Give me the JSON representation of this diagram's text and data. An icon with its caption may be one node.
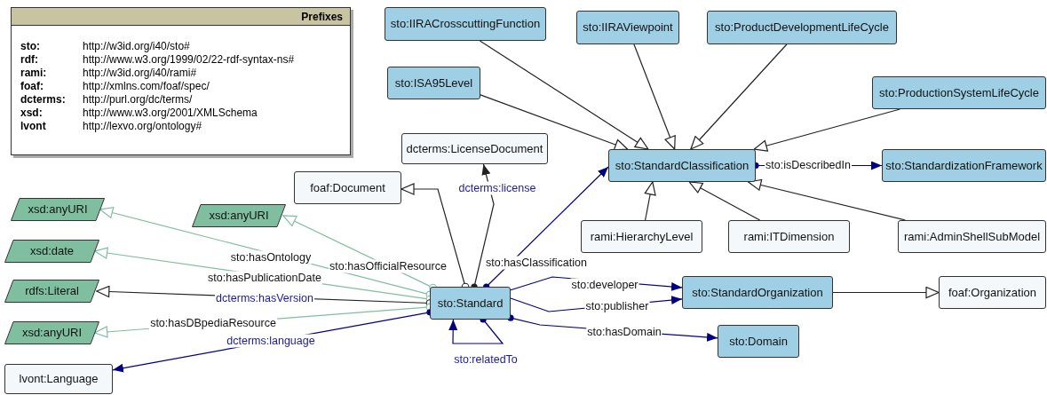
{
  "diagram": {
    "nodes": [
      {
        "text": [
          "Prefixes",
          "sto:",
          "http://w3id.org/i40/sto#",
          "rdf:",
          "http://www.w3.org/1999/02/22-rdf-syntax-ns#",
          "rami:",
          "http://w3id.org/i40/rami#",
          "foaf:",
          "http://xmlns.com/foaf/spec/",
          "dcterms:",
          "http://purl.org/dc/terms/",
          "xsd:",
          "http://www.w3.org/2001/XMLSchema",
          "lvont",
          "http://lexvo.org/ontology#"
        ]
      },
      {
        "text": [
          "sto:IIRACrosscuttingFunction"
        ]
      },
      {
        "text": [
          "sto:IIRAViewpoint"
        ]
      },
      {
        "text": [
          "sto:ProductDevelopmentLifeCycle"
        ]
      },
      {
        "text": [
          "sto:ISA95Level"
        ]
      },
      {
        "text": [
          "sto:ProductionSystemLifeCycle"
        ]
      },
      {
        "text": [
          "dcterms:LicenseDocument"
        ]
      },
      {
        "text": [
          "sto:StandardClassification"
        ]
      },
      {
        "text": [
          "sto:StandardizationFramework"
        ]
      },
      {
        "text": [
          "foaf:Document"
        ]
      },
      {
        "text": [
          "xsd:anyURI"
        ]
      },
      {
        "text": [
          "xsd:anyURI"
        ]
      },
      {
        "text": [
          "rami:HierarchyLevel"
        ]
      },
      {
        "text": [
          "rami:ITDimension"
        ]
      },
      {
        "text": [
          "rami:AdminShellSubModel"
        ]
      },
      {
        "text": [
          "xsd:date"
        ]
      },
      {
        "text": [
          "rdfs:Literal"
        ]
      },
      {
        "text": [
          "sto:Standard"
        ]
      },
      {
        "text": [
          "sto:StandardOrganization"
        ]
      },
      {
        "text": [
          "foaf:Organization"
        ]
      },
      {
        "text": [
          "xsd:anyURI"
        ]
      },
      {
        "text": [
          "sto:Domain"
        ]
      },
      {
        "text": [
          "lvont:Language"
        ]
      }
    ],
    "edges": [
      {
        "from": 1,
        "to": 7,
        "arrow": "to"
      },
      {
        "from": 2,
        "to": 7,
        "arrow": "to"
      },
      {
        "from": 3,
        "to": 7,
        "arrow": "to"
      },
      {
        "from": 4,
        "to": 7,
        "arrow": "to"
      },
      {
        "from": 5,
        "to": 7,
        "arrow": "to"
      },
      {
        "from": 12,
        "to": 7,
        "arrow": "to"
      },
      {
        "from": 13,
        "to": 7,
        "arrow": "to"
      },
      {
        "from": 14,
        "to": 7,
        "arrow": "to"
      },
      {
        "from": 7,
        "to": 8,
        "arrow": "to",
        "label": "sto:isDescribedIn",
        "color": "#000080"
      },
      {
        "from": 17,
        "to": 9,
        "arrow": "to"
      },
      {
        "from": 17,
        "to": 6,
        "arrow": "to",
        "label": "dcterms:license"
      },
      {
        "from": 17,
        "to": 7,
        "arrow": "to",
        "label": "sto:hasClassification",
        "color": "#000080"
      },
      {
        "from": 17,
        "to": 11,
        "arrow": "to",
        "label": "sto:hasOfficialResource",
        "color": "#7fbf9f"
      },
      {
        "from": 17,
        "to": 10,
        "arrow": "to",
        "label": "sto:hasOntology",
        "color": "#7fbf9f"
      },
      {
        "from": 17,
        "to": 15,
        "arrow": "to",
        "label": "sto:hasPublicationDate",
        "color": "#7fbf9f"
      },
      {
        "from": 17,
        "to": 16,
        "arrow": "to",
        "label": "dcterms:hasVersion"
      },
      {
        "from": 17,
        "to": 20,
        "arrow": "to",
        "label": "sto:hasDBpediaResource",
        "color": "#7fbf9f"
      },
      {
        "from": 17,
        "to": 22,
        "arrow": "to",
        "label": "dcterms:language",
        "color": "#000080"
      },
      {
        "from": 17,
        "to": 18,
        "arrow": "to",
        "label": "sto:developer",
        "color": "#000080"
      },
      {
        "from": 17,
        "to": 18,
        "arrow": "to",
        "label": "sto:publisher",
        "color": "#000080"
      },
      {
        "from": 17,
        "to": 21,
        "arrow": "to",
        "label": "sto:hasDomain",
        "color": "#000080"
      },
      {
        "from": 17,
        "to": 17,
        "arrow": "to",
        "label": "sto:relatedTo",
        "color": "#000080"
      },
      {
        "from": 18,
        "to": 19,
        "arrow": "to"
      }
    ]
  }
}
